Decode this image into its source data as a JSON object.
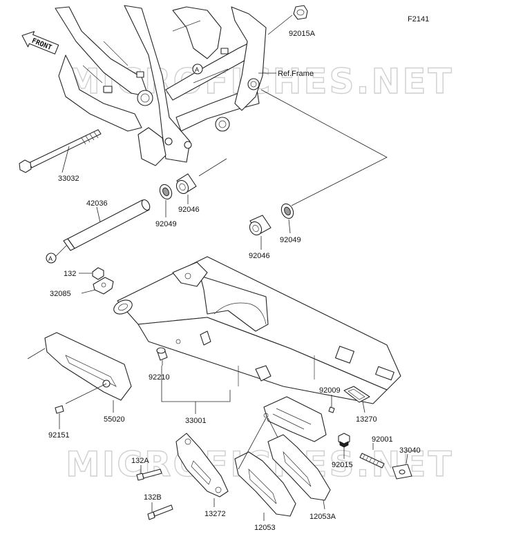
{
  "figure_code": "F2141",
  "front_label": "FRONT",
  "ref_frame_label": "Ref.Frame",
  "reference_marker": "A",
  "watermarks": [
    "MICROFICHES.NET",
    "MICROFICHES.NET"
  ],
  "parts": [
    {
      "id": "p92015A",
      "label": "92015A"
    },
    {
      "id": "p33032",
      "label": "33032"
    },
    {
      "id": "p42036",
      "label": "42036"
    },
    {
      "id": "p92049a",
      "label": "92049"
    },
    {
      "id": "p92046a",
      "label": "92046"
    },
    {
      "id": "p92049b",
      "label": "92049"
    },
    {
      "id": "p92046b",
      "label": "92046"
    },
    {
      "id": "p132",
      "label": "132"
    },
    {
      "id": "p32085",
      "label": "32085"
    },
    {
      "id": "p92210",
      "label": "92210"
    },
    {
      "id": "p33001",
      "label": "33001"
    },
    {
      "id": "p55020",
      "label": "55020"
    },
    {
      "id": "p92151",
      "label": "92151"
    },
    {
      "id": "p92009",
      "label": "92009"
    },
    {
      "id": "p13270",
      "label": "13270"
    },
    {
      "id": "p92015",
      "label": "92015"
    },
    {
      "id": "p92001",
      "label": "92001"
    },
    {
      "id": "p33040",
      "label": "33040"
    },
    {
      "id": "p132A",
      "label": "132A"
    },
    {
      "id": "p132B",
      "label": "132B"
    },
    {
      "id": "p13272",
      "label": "13272"
    },
    {
      "id": "p12053",
      "label": "12053"
    },
    {
      "id": "p12053A",
      "label": "12053A"
    }
  ]
}
